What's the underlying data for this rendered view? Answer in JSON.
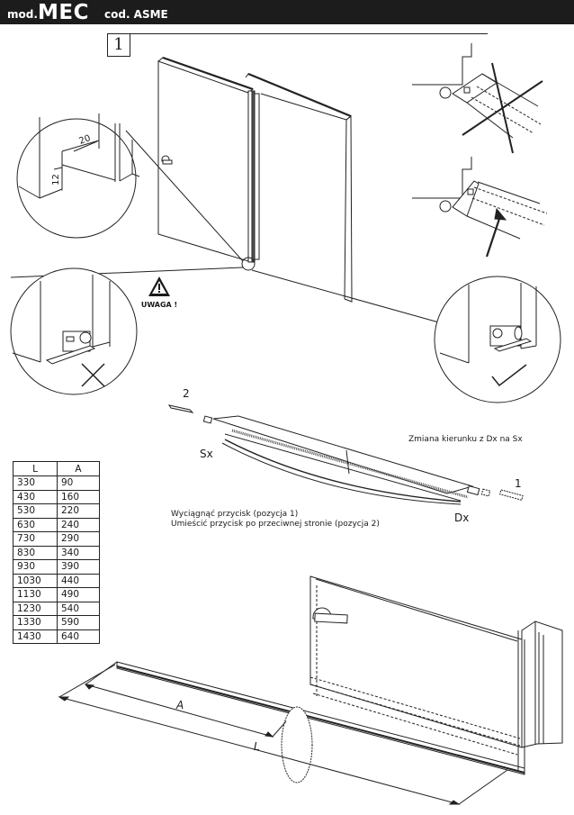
{
  "header": {
    "mod_label": "mod.",
    "model": "MEC",
    "code_label": "cod. ASME"
  },
  "step": {
    "number": "1"
  },
  "warning": {
    "label": "UWAGA !",
    "icon": "warning-triangle-icon"
  },
  "detail": {
    "dimension_width": "20",
    "dimension_height": "12"
  },
  "assembly": {
    "label_left": "Sx",
    "label_right": "Dx",
    "part_1": "1",
    "part_2": "2",
    "caption_direction": "Zmiana kierunku z Dx na Sx",
    "instruction_1": "Wyciągnąć przycisk (pozycja 1)",
    "instruction_2": "Umieścić przycisk po przeciwnej stronie (pozycja 2)"
  },
  "cut_diagram": {
    "label_A": "A",
    "label_L": "L"
  },
  "table": {
    "headers": [
      "L",
      "A"
    ],
    "rows": [
      [
        "330",
        "90"
      ],
      [
        "430",
        "160"
      ],
      [
        "530",
        "220"
      ],
      [
        "630",
        "240"
      ],
      [
        "730",
        "290"
      ],
      [
        "830",
        "340"
      ],
      [
        "930",
        "390"
      ],
      [
        "1030",
        "440"
      ],
      [
        "1130",
        "490"
      ],
      [
        "1230",
        "540"
      ],
      [
        "1330",
        "590"
      ],
      [
        "1430",
        "640"
      ]
    ]
  },
  "marks": {
    "wrong": "cross-mark-icon",
    "right": "check-mark-icon"
  }
}
